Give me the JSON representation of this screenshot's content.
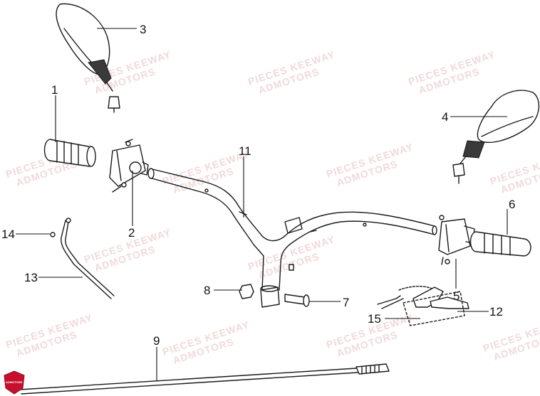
{
  "watermark": {
    "line1": "PIECES KEEWAY",
    "line2": "ADMOTORS",
    "color": "#f1dada"
  },
  "logo": {
    "text": "ADMOTORS",
    "color": "#c8102e"
  },
  "callouts": [
    {
      "id": "c1",
      "label": "1"
    },
    {
      "id": "c2",
      "label": "2"
    },
    {
      "id": "c3",
      "label": "3"
    },
    {
      "id": "c4",
      "label": "4"
    },
    {
      "id": "c5",
      "label": "5"
    },
    {
      "id": "c6",
      "label": "6"
    },
    {
      "id": "c7",
      "label": "7"
    },
    {
      "id": "c8",
      "label": "8"
    },
    {
      "id": "c9",
      "label": "9"
    },
    {
      "id": "c11",
      "label": "11"
    },
    {
      "id": "c12",
      "label": "12"
    },
    {
      "id": "c13",
      "label": "13"
    },
    {
      "id": "c14",
      "label": "14"
    },
    {
      "id": "c15",
      "label": "15"
    }
  ]
}
